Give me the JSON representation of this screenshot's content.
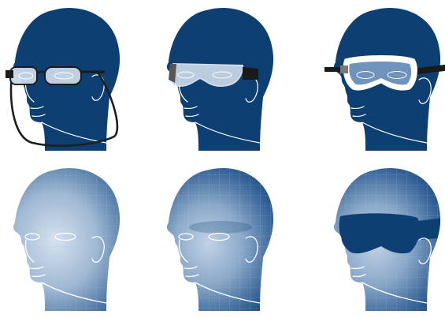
{
  "colors": {
    "head": "#0d3f72",
    "head_light": "#6f93bb",
    "background": "#ffffff",
    "lens_tint": "#c9d8e8",
    "frame_dark": "#1a1a1a",
    "strap": "#1f1f1f"
  },
  "panels": [
    {
      "name": "head-with-safety-spectacles-and-cord",
      "eyewear": "spectacles-with-cord",
      "texture": "solid"
    },
    {
      "name": "head-with-wraparound-glasses",
      "eyewear": "wraparound-glasses",
      "texture": "solid"
    },
    {
      "name": "head-with-goggles",
      "eyewear": "goggles",
      "texture": "solid"
    },
    {
      "name": "head-exposure-map-full",
      "eyewear": "none",
      "texture": "exposure-light"
    },
    {
      "name": "head-exposure-map-partial",
      "eyewear": "none",
      "texture": "exposure-medium"
    },
    {
      "name": "head-exposure-map-goggle-shadow",
      "eyewear": "none",
      "texture": "exposure-goggle-shadow"
    }
  ]
}
